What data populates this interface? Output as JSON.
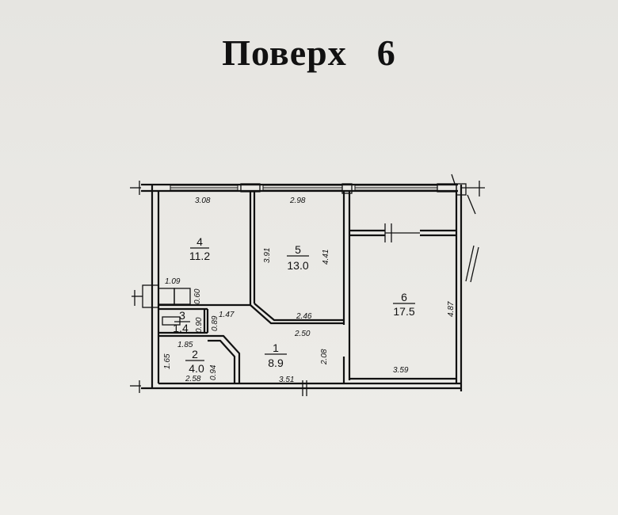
{
  "title": {
    "word": "Поверх",
    "number": "6"
  },
  "rooms": [
    {
      "id": "1",
      "area": "8.9"
    },
    {
      "id": "2",
      "area": "4.0"
    },
    {
      "id": "3",
      "area": "1.4"
    },
    {
      "id": "4",
      "area": "11.2"
    },
    {
      "id": "5",
      "area": "13.0"
    },
    {
      "id": "6",
      "area": "17.5"
    }
  ],
  "dimensions": {
    "r4_width": "3.08",
    "r5_width": "2.98",
    "r4_height": "3.91",
    "r5_height": "4.41",
    "r6_height": "4.87",
    "r6_width": "3.59",
    "niche_width": "1.09",
    "niche_height": "0.60",
    "r3_width": "1.47",
    "r3_height_a": "0.90",
    "r3_height_b": "0.89",
    "corridor_top": "2.46",
    "corridor_mid": "2.50",
    "corridor_height": "2.08",
    "r2_top": "1.85",
    "r2_height": "1.65",
    "r2_bottom": "2.58",
    "r2_right": "0.94",
    "r1_bottom": "3.51"
  }
}
